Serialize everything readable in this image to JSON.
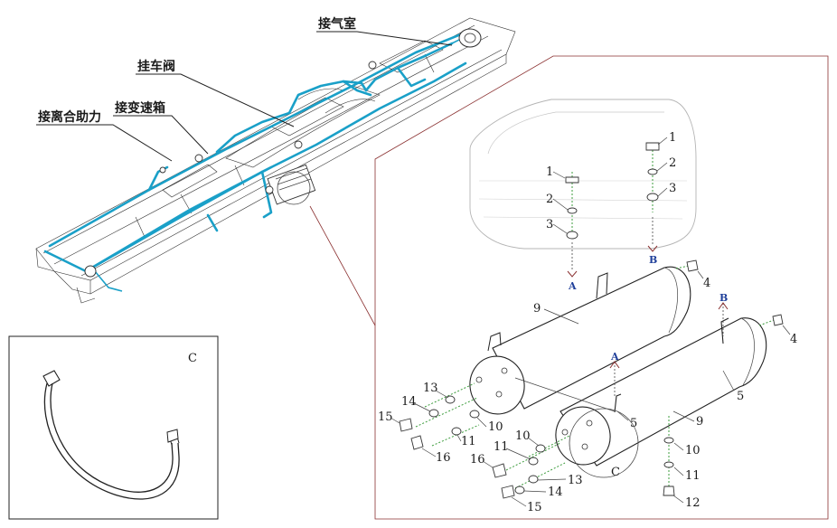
{
  "callouts_cn": {
    "air_chamber": "接气室",
    "trailer_valve": "挂车阀",
    "gearbox": "接变速箱",
    "clutch_booster": "接离合助力"
  },
  "detail_label": "C",
  "direction_labels": {
    "a_top": "A",
    "b_top": "B",
    "b_right": "B",
    "a_mid": "A",
    "c_circle": "C"
  },
  "part_numbers": {
    "p1_left": "1",
    "p2_left": "2",
    "p3_left": "3",
    "p1_right": "1",
    "p2_right": "2",
    "p3_right": "3",
    "p4_top": "4",
    "p4_right": "4",
    "p9_top": "9",
    "p9_bottom": "9",
    "p5_right": "5",
    "p5_mid": "5",
    "p13_a": "13",
    "p14_a": "14",
    "p15_a": "15",
    "p10_a": "10",
    "p11_a": "11",
    "p16_a": "16",
    "p10_b": "10",
    "p11_b": "11",
    "p16_b": "16",
    "p13_b": "13",
    "p14_b": "14",
    "p15_b": "15",
    "p10_c": "10",
    "p11_c": "11",
    "p12_c": "12"
  },
  "colors": {
    "pipe": "#1aa0c8",
    "line": "#222222",
    "leader_green": "#3c9c3c",
    "direction_blue": "#1f3f9a"
  }
}
